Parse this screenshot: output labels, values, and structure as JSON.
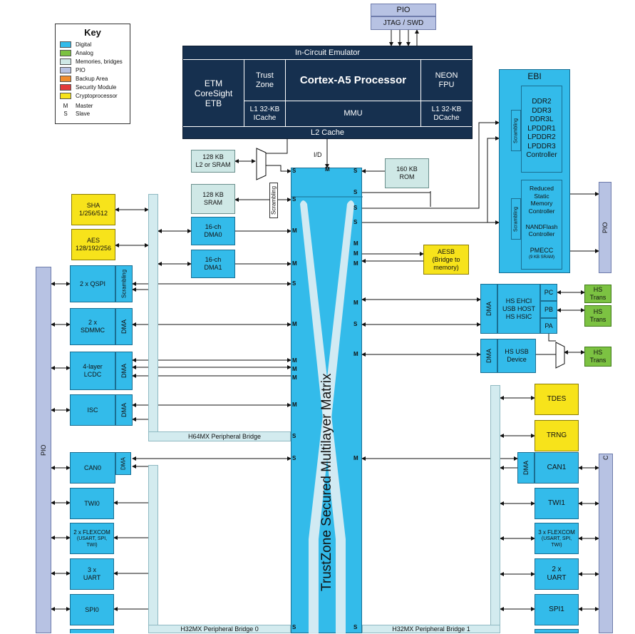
{
  "key": {
    "title": "Key",
    "items": [
      {
        "label": "Digital",
        "color": "#33bbea"
      },
      {
        "label": "Analog",
        "color": "#7cc242"
      },
      {
        "label": "Memories, bridges",
        "color": "#cfe8e6"
      },
      {
        "label": "PIO",
        "color": "#b7c2e3"
      },
      {
        "label": "Backup Area",
        "color": "#f08c2e"
      },
      {
        "label": "Security Module",
        "color": "#e23a3a"
      },
      {
        "label": "Cryptoprocessor",
        "color": "#f7e31b"
      }
    ],
    "master_abbr": "M",
    "master": "Master",
    "slave_abbr": "S",
    "slave": "Slave"
  },
  "top_pio": {
    "title": "PIO",
    "jtag": "JTAG / SWD"
  },
  "processor": {
    "ice": "In-Circuit Emulator",
    "etm": [
      "ETM",
      "CoreSight",
      "ETB"
    ],
    "trust": [
      "Trust",
      "Zone"
    ],
    "core": "Cortex-A5 Processor",
    "neon": [
      "NEON",
      "FPU"
    ],
    "icache": [
      "L1 32-KB",
      "ICache"
    ],
    "mmu": "MMU",
    "dcache": [
      "L1 32-KB",
      "DCache"
    ],
    "l2": "L2 Cache",
    "id": "I/D"
  },
  "memories": {
    "l2sram": [
      "128 KB",
      "L2 or SRAM"
    ],
    "sram": [
      "128 KB",
      "SRAM"
    ],
    "rom": [
      "160 KB",
      "ROM"
    ],
    "scrambling": "Scrambling"
  },
  "matrix": {
    "label": "TrustZone Secured Multilayer Matrix",
    "m": "M",
    "s": "S"
  },
  "left": {
    "sha": [
      "SHA",
      "1/256/512"
    ],
    "aes": [
      "AES",
      "128/192/256"
    ],
    "dma0": [
      "16-ch",
      "DMA0"
    ],
    "dma1": [
      "16-ch",
      "DMA1"
    ],
    "qspi": "2 x QSPI",
    "sdmmc": [
      "2 x",
      "SDMMC"
    ],
    "lcdc": [
      "4-layer",
      "LCDC"
    ],
    "isc": "ISC",
    "dma": "DMA",
    "scrambling": "Scrambling",
    "h64": "H64MX Peripheral Bridge",
    "can0": "CAN0",
    "twi0": "TWI0",
    "flexcom": [
      "2 x FLEXCOM",
      "(USART, SPI,",
      "TWI)"
    ],
    "uart": [
      "3 x",
      "UART"
    ],
    "spi0": "SPI0",
    "h32_0": "H32MX Peripheral Bridge 0",
    "pio": "PIO"
  },
  "right": {
    "ebi": "EBI",
    "ddr": [
      "DDR2",
      "DDR3",
      "DDR3L",
      "LPDDR1",
      "LPDDR2",
      "LPDDR3",
      "Controller"
    ],
    "smc": [
      "Reduced",
      "Static",
      "Memory",
      "Controller"
    ],
    "nand": [
      "NANDFlash",
      "Controller"
    ],
    "pmecc": "PMECC",
    "pmecc_sub": "(9 KB SRAM)",
    "scrambling": "Scrambling",
    "pio": "PIO",
    "aesb": [
      "AESB",
      "(Bridge to",
      "memory)"
    ],
    "dma": "DMA",
    "ehci": [
      "HS EHCI",
      "USB HOST",
      "HS HSIC"
    ],
    "pc": "PC",
    "pb": "PB",
    "pa": "PA",
    "hstrans": [
      "HS",
      "Trans"
    ],
    "hsusb": [
      "HS USB",
      "Device"
    ],
    "tdes": "TDES",
    "trng": "TRNG",
    "can1": "CAN1",
    "twi1": "TWI1",
    "flexcom": [
      "3 x FLEXCOM",
      "(USART, SPI,",
      "TWI)"
    ],
    "uart": [
      "2 x",
      "UART"
    ],
    "spi1": "SPI1",
    "h32_1": "H32MX Peripheral Bridge 1",
    "pio_bottom": "C"
  }
}
